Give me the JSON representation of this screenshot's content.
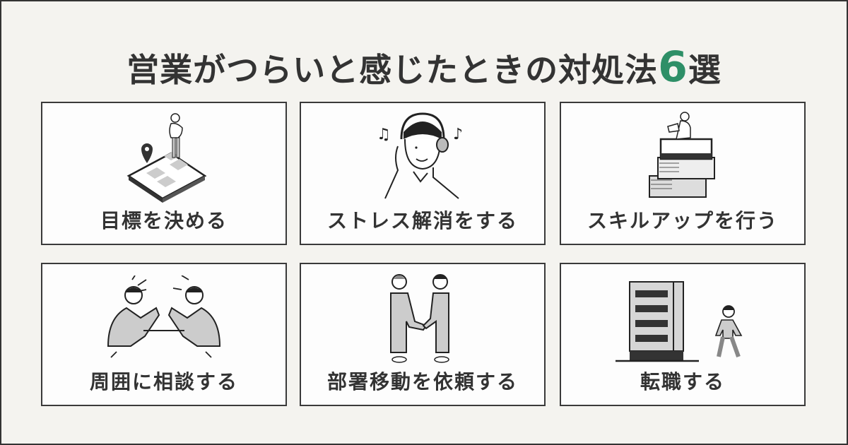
{
  "title": {
    "text": "営業がつらいと感じたときの対処法",
    "number": "6",
    "suffix": "選",
    "accent_color": "#2e8f67"
  },
  "cards": [
    {
      "label": "目標を決める",
      "icon": "map-person-icon"
    },
    {
      "label": "ストレス解消をする",
      "icon": "headphones-music-icon"
    },
    {
      "label": "スキルアップを行う",
      "icon": "books-reading-icon"
    },
    {
      "label": "周囲に相談する",
      "icon": "conversation-icon"
    },
    {
      "label": "部署移動を依頼する",
      "icon": "handshake-icon"
    },
    {
      "label": "転職する",
      "icon": "building-walk-icon"
    }
  ]
}
